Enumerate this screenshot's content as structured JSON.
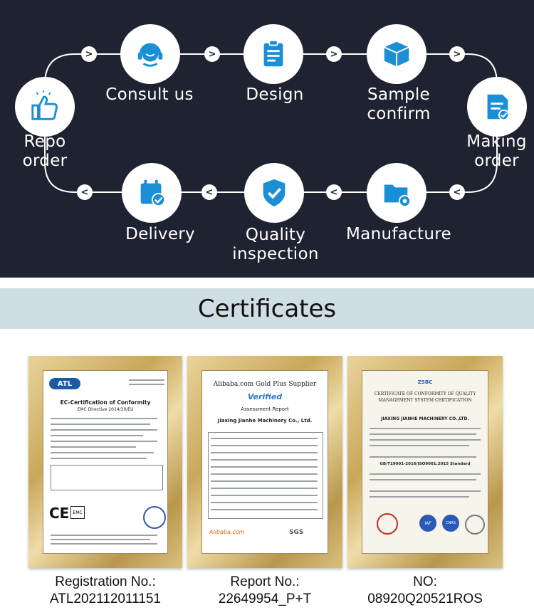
{
  "process": {
    "steps": {
      "consult": "Consult us",
      "design": "Design",
      "sample": "Sample\nconfirm",
      "making": "Making\norder",
      "manufacture": "Manufacture",
      "quality": "Quality\ninspection",
      "delivery": "Delivery",
      "repo": "Repo\norder"
    },
    "arrow_right": ">",
    "arrow_left": "<",
    "colors": {
      "background": "#1f2230",
      "icon": "#1a8fd6",
      "text": "#ffffff"
    }
  },
  "certificates": {
    "title": "Certificates",
    "items": [
      {
        "logo": "ATL",
        "doc_title": "EC-Certification of Conformity",
        "doc_subtitle": "EMC Directive 2014/30/EU",
        "mark_ce": "CE",
        "mark_emc": "EMC",
        "reg_label": "Registration No.:",
        "reg_value": "ATL202112011151"
      },
      {
        "doc_header": "Alibaba.com Gold Plus Supplier",
        "verified": "Verified",
        "doc_title": "Assessment Report",
        "company": "Jiaxing Jianhe Machinery Co., Ltd.",
        "sgs": "SGS",
        "alibaba": "Alibaba.com",
        "reg_label": "Report No.:",
        "reg_value": "22649954_P+T"
      },
      {
        "logo": "ZSBC",
        "doc_title": "CERTIFICATE OF CONFORMITY OF QUALITY MANAGEMENT SYSTEM CERTIFICATION",
        "company": "JIAXING JIANHE MACHINERY CO.,LTD.",
        "standard": "GB/T19001-2016/ISO9001:2015 Standard",
        "mark_iaf": "IAF",
        "mark_cnas": "CNAS",
        "reg_label": "NO:",
        "reg_value": "08920Q20521ROS"
      }
    ]
  }
}
